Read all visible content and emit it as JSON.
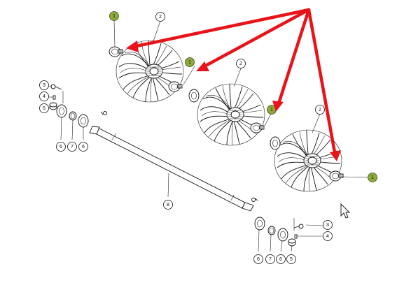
{
  "diagram": {
    "highlight_color": "#8dab3a",
    "arrow_color": "#e8141a",
    "callouts": [
      {
        "label": "1",
        "highlighted": true
      },
      {
        "label": "2",
        "highlighted": false
      },
      {
        "label": "1",
        "highlighted": true
      },
      {
        "label": "2",
        "highlighted": false
      },
      {
        "label": "1",
        "highlighted": true
      },
      {
        "label": "2",
        "highlighted": false
      },
      {
        "label": "1",
        "highlighted": true
      },
      {
        "label": "3",
        "highlighted": false
      },
      {
        "label": "4",
        "highlighted": false
      },
      {
        "label": "5",
        "highlighted": false
      },
      {
        "label": "6",
        "highlighted": false
      },
      {
        "label": "7",
        "highlighted": false
      },
      {
        "label": "6",
        "highlighted": false
      },
      {
        "label": "8",
        "highlighted": false
      },
      {
        "label": "3",
        "highlighted": false
      },
      {
        "label": "4",
        "highlighted": false
      },
      {
        "label": "6",
        "highlighted": false
      },
      {
        "label": "7",
        "highlighted": false
      },
      {
        "label": "6",
        "highlighted": false
      },
      {
        "label": "5",
        "highlighted": false
      }
    ]
  },
  "cursor": {
    "icon": "mouse-pointer-icon"
  }
}
